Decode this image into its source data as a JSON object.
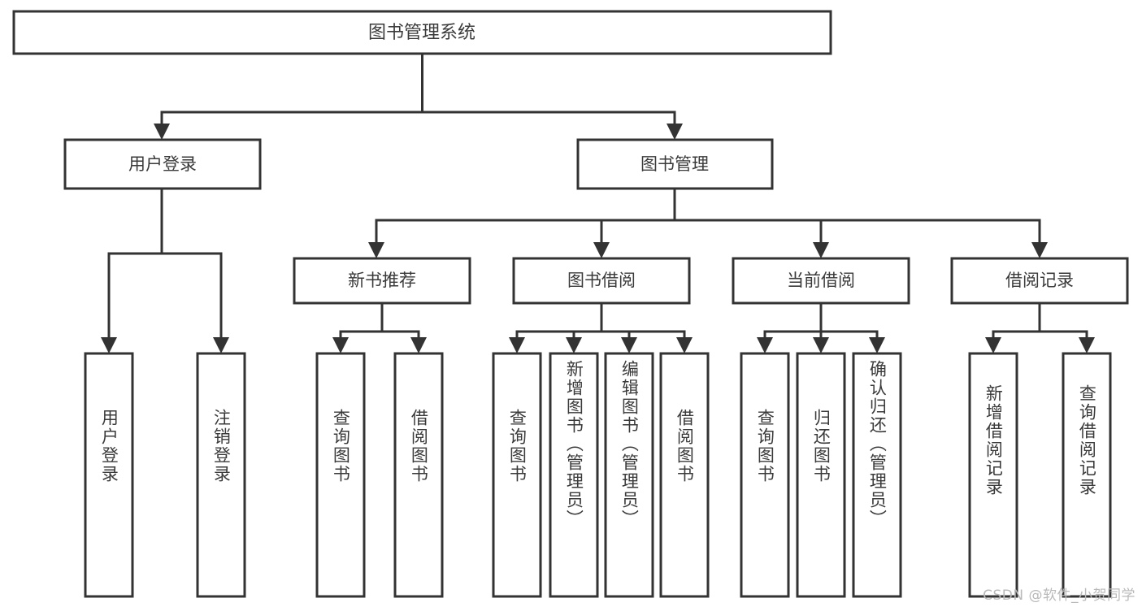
{
  "diagram": {
    "kind": "tree-hierarchy-chart",
    "title": "图书管理系统",
    "orientation": "top-down",
    "colors": {
      "box_fill": "#ffffff",
      "box_stroke": "#333333",
      "text": "#3a3a3a",
      "background": "#ffffff",
      "watermark": "#b9b9b9"
    },
    "levels": {
      "root": {
        "label": "图书管理系统"
      },
      "level2": [
        {
          "label": "用户登录"
        },
        {
          "label": "图书管理"
        }
      ],
      "level3": [
        {
          "label": "新书推荐"
        },
        {
          "label": "图书借阅"
        },
        {
          "label": "当前借阅"
        },
        {
          "label": "借阅记录"
        }
      ],
      "level4": [
        {
          "label": "用户登录",
          "parent": "用户登录"
        },
        {
          "label": "注销登录",
          "parent": "用户登录"
        },
        {
          "label": "查询图书",
          "parent": "新书推荐"
        },
        {
          "label": "借阅图书",
          "parent": "新书推荐"
        },
        {
          "label": "查询图书",
          "parent": "图书借阅"
        },
        {
          "label": "新增图书（管理员）",
          "parent": "图书借阅"
        },
        {
          "label": "编辑图书（管理员）",
          "parent": "图书借阅"
        },
        {
          "label": "借阅图书",
          "parent": "图书借阅"
        },
        {
          "label": "查询图书",
          "parent": "当前借阅"
        },
        {
          "label": "归还图书",
          "parent": "当前借阅"
        },
        {
          "label": "确认归还（管理员）",
          "parent": "当前借阅"
        },
        {
          "label": "新增借阅记录",
          "parent": "借阅记录"
        },
        {
          "label": "查询借阅记录",
          "parent": "借阅记录"
        }
      ]
    }
  },
  "watermark": {
    "text": "CSDN @软件_小贺同学"
  }
}
